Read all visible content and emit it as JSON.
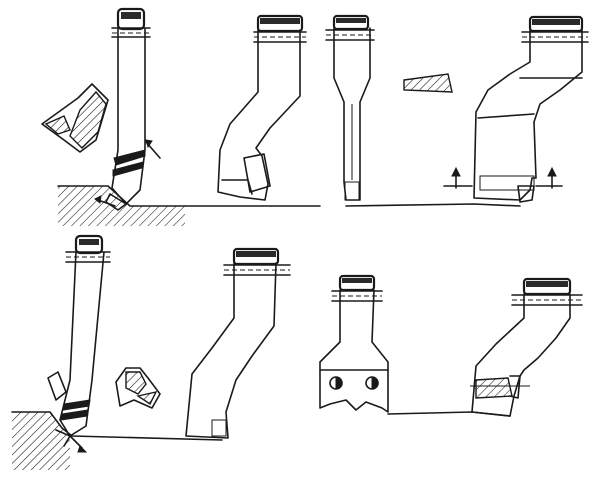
{
  "figure": {
    "panels": [
      {
        "id": "top-left",
        "items": [
          "straight-tool-cutting",
          "chip-section",
          "bent-tool"
        ]
      },
      {
        "id": "top-right",
        "items": [
          "necked-parting-tool",
          "tapered-section",
          "offset-tool"
        ]
      },
      {
        "id": "bottom-left",
        "items": [
          "inclined-tool-cutting",
          "chip-section",
          "bent-tool"
        ]
      },
      {
        "id": "bottom-right",
        "items": [
          "form-tool",
          "offset-tool-with-insert"
        ]
      }
    ],
    "colors": {
      "ink": "#1a1a1a",
      "paper": "#ffffff"
    }
  }
}
